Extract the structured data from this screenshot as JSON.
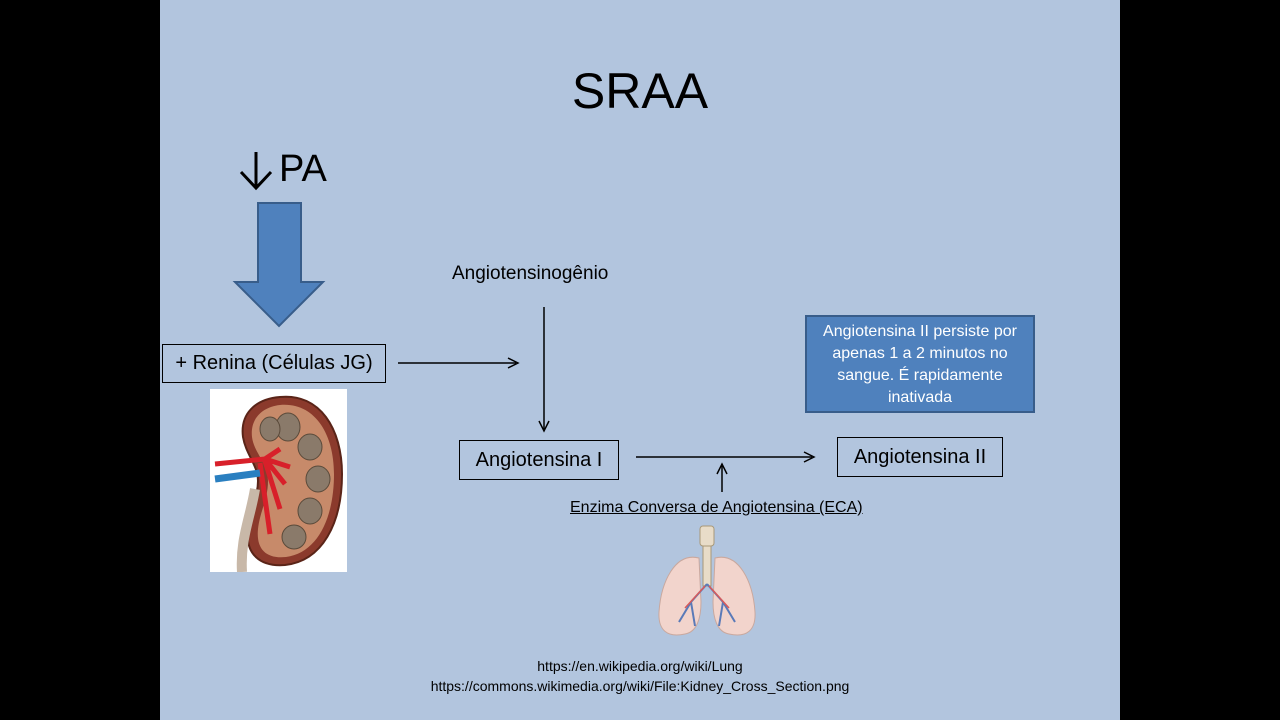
{
  "slide": {
    "title": "SRAA",
    "pa_label": "PA",
    "renin_box": "+ Renina (Células JG)",
    "angiotensinogen": "Angiotensinogênio",
    "angiotensin1": "Angiotensina I",
    "angiotensin2": "Angiotensina II",
    "note": "Angiotensina II persiste por apenas 1 a 2 minutos no sangue. É rapidamente inativada",
    "enzyme": "Enzima Conversa de Angiotensina (ECA)",
    "ref_lung": "https://en.wikipedia.org/wiki/Lung",
    "ref_kidney": "https://commons.wikimedia.org/wiki/File:Kidney_Cross_Section.png"
  },
  "colors": {
    "background": "#b2c5de",
    "accent_blue": "#4f81bd",
    "accent_border": "#385d8a"
  }
}
